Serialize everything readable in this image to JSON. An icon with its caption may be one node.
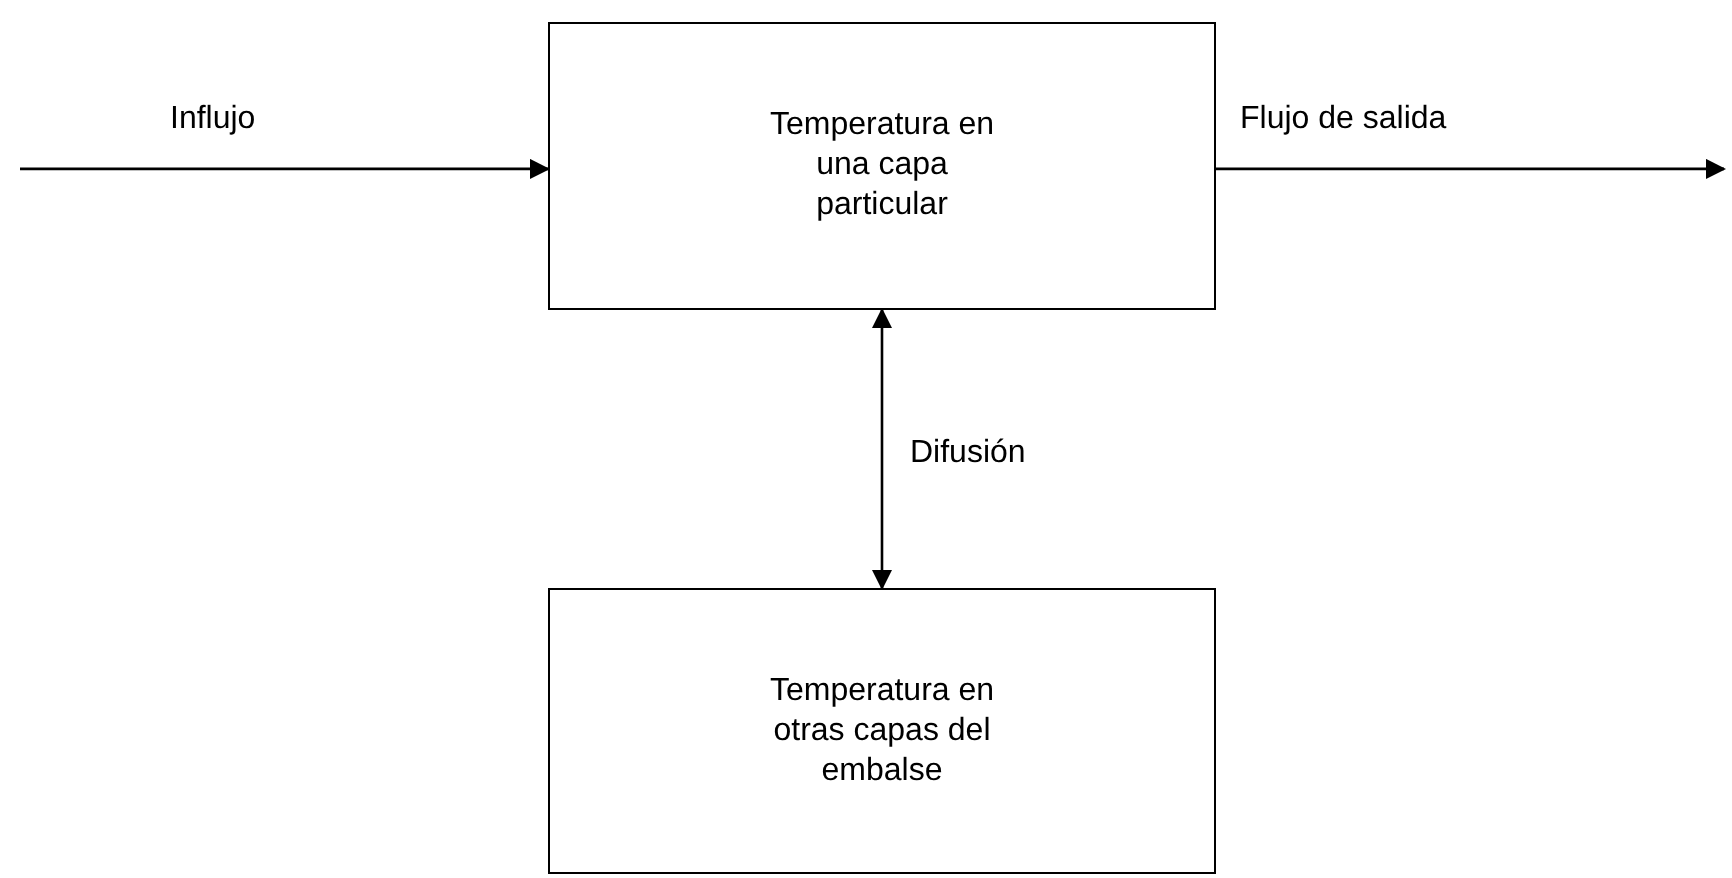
{
  "diagram": {
    "nodes": [
      {
        "text": [
          "Temperatura en una capa particular"
        ]
      },
      {
        "text": [
          "Temperatura en otras capas del embalse"
        ]
      }
    ],
    "edges": [
      {
        "from": null,
        "to": 0,
        "arrow": "to",
        "label": "Influjo"
      },
      {
        "from": 0,
        "to": null,
        "arrow": "to",
        "label": "Flujo de salida"
      },
      {
        "from": 0,
        "to": 1,
        "arrow": "both",
        "label": "Difusión"
      }
    ]
  }
}
